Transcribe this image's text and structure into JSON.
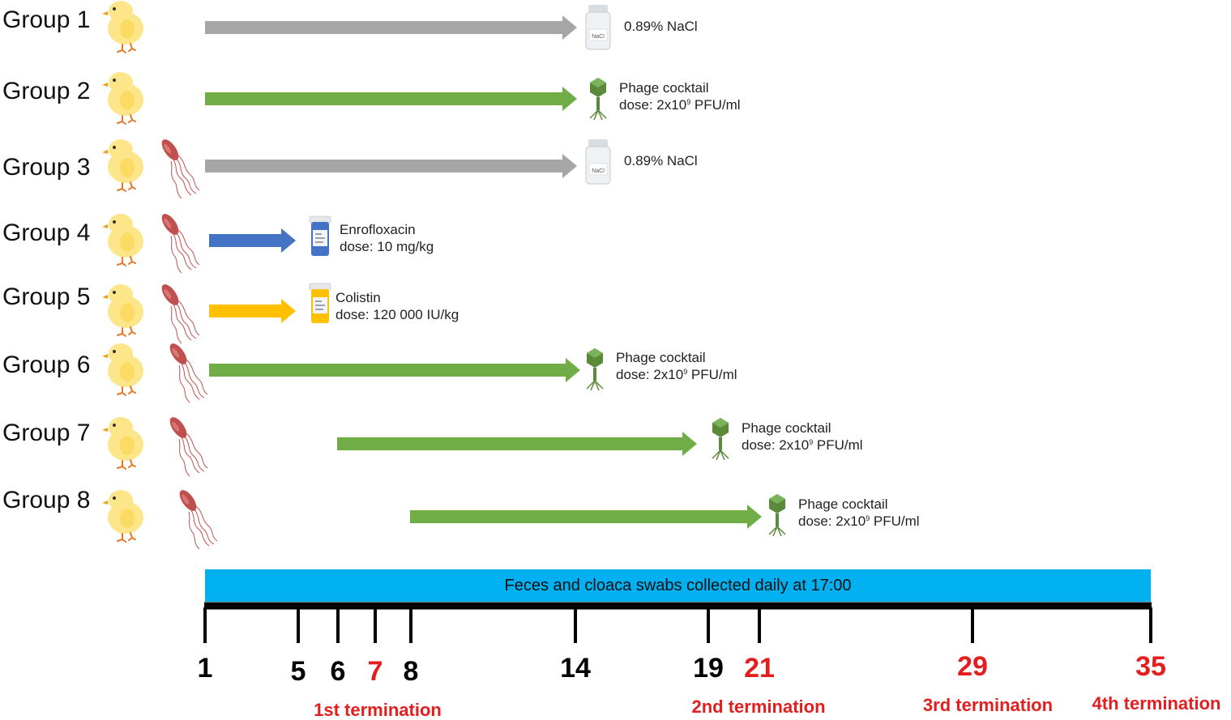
{
  "groups": [
    {
      "label": "Group 1"
    },
    {
      "label": "Group 2"
    },
    {
      "label": "Group 3"
    },
    {
      "label": "Group 4"
    },
    {
      "label": "Group 5"
    },
    {
      "label": "Group 6"
    },
    {
      "label": "Group 7"
    },
    {
      "label": "Group 8"
    }
  ],
  "treatments": [
    {
      "line1": "0.89% NaCl",
      "line2": "",
      "color": "#a6a6a6",
      "icon": "saline-bottle-icon",
      "bottle_text": "NaCl"
    },
    {
      "line1": "Phage cocktail",
      "line2_prefix": "dose: 2x10",
      "line2_exp": "9",
      "line2_suffix": " PFU/ml",
      "color": "#70ad47",
      "icon": "bacteriophage-icon"
    },
    {
      "line1": "0.89% NaCl",
      "line2": "",
      "color": "#a6a6a6",
      "icon": "saline-bottle-icon",
      "bottle_text": "NaCl"
    },
    {
      "line1": "Enrofloxacin",
      "line2": "dose: 10 mg/kg",
      "color": "#4472c4",
      "icon": "pill-bottle-icon"
    },
    {
      "line1": "Colistin",
      "line2": "dose: 120 000 IU/kg",
      "color": "#ffc000",
      "icon": "pill-bottle-icon"
    },
    {
      "line1": "Phage cocktail",
      "line2_prefix": "dose: 2x10",
      "line2_exp": "9",
      "line2_suffix": " PFU/ml",
      "color": "#70ad47",
      "icon": "bacteriophage-icon"
    },
    {
      "line1": "Phage cocktail",
      "line2_prefix": "dose: 2x10",
      "line2_exp": "9",
      "line2_suffix": " PFU/ml",
      "color": "#70ad47",
      "icon": "bacteriophage-icon"
    },
    {
      "line1": "Phage cocktail",
      "line2_prefix": "dose: 2x10",
      "line2_exp": "9",
      "line2_suffix": " PFU/ml",
      "color": "#70ad47",
      "icon": "bacteriophage-icon"
    }
  ],
  "timeline": {
    "band_text": "Feces and cloaca swabs collected daily at 17:00",
    "band_color": "#00b0f0",
    "days": [
      {
        "label": "1",
        "termination": false
      },
      {
        "label": "5",
        "termination": false
      },
      {
        "label": "6",
        "termination": false
      },
      {
        "label": "7",
        "termination": true
      },
      {
        "label": "8",
        "termination": false
      },
      {
        "label": "14",
        "termination": false
      },
      {
        "label": "19",
        "termination": false
      },
      {
        "label": "21",
        "termination": true
      },
      {
        "label": "29",
        "termination": true
      },
      {
        "label": "35",
        "termination": true
      }
    ],
    "terminations": [
      "1st termination",
      "2nd termination",
      "3rd termination",
      "4th termination"
    ],
    "day_color": "#000000",
    "termination_color": "#e41e1e"
  },
  "icons": {
    "subject": "chick-icon",
    "infection": "bacterium-icon"
  },
  "colors": {
    "chick": "#fde68a",
    "bacterium": "#c0504d",
    "phage": "#5a8a3a"
  }
}
